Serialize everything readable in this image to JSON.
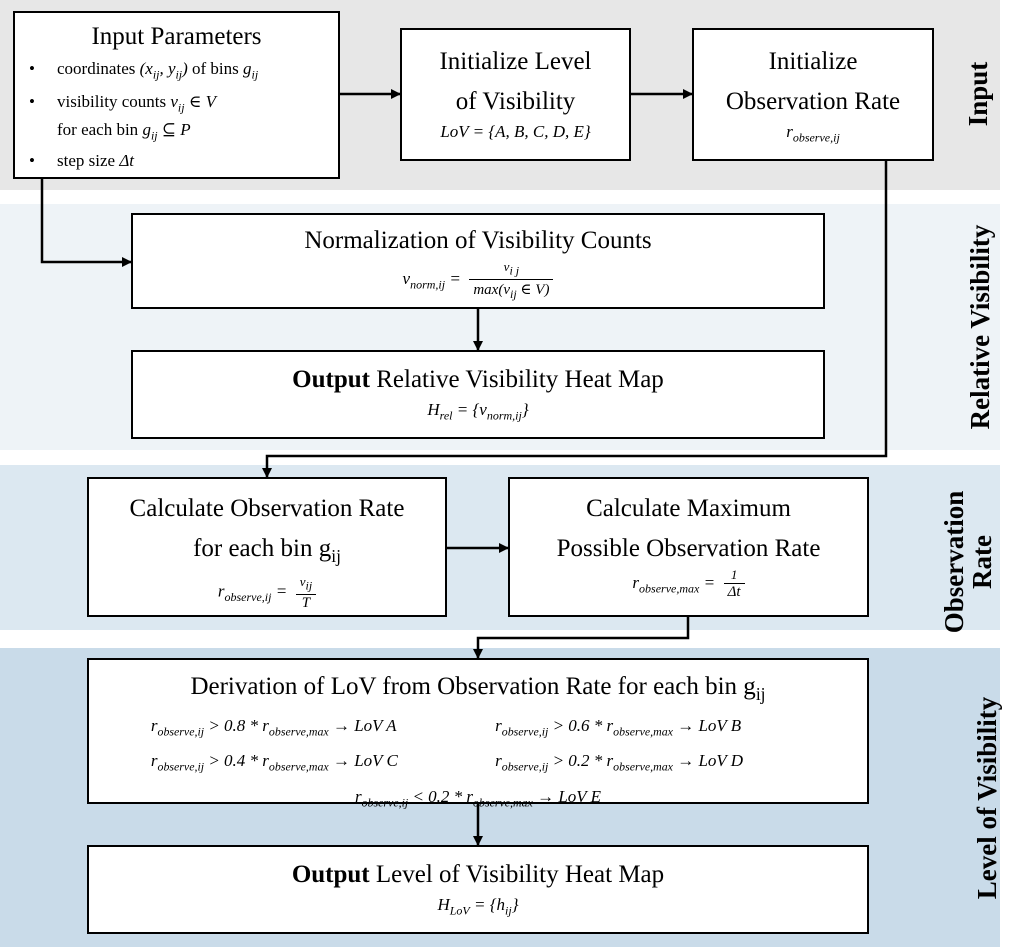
{
  "bands": {
    "input": {
      "label": "Input",
      "color": "#e7e7e7"
    },
    "relative": {
      "label": "Relative Visibility",
      "color": "#eef3f7"
    },
    "observation": {
      "label_line1": "Observation",
      "label_line2": "Rate",
      "color": "#dce8f1"
    },
    "level": {
      "label": "Level of Visibility",
      "color": "#c9dbe9"
    }
  },
  "input_params": {
    "title": "Input Parameters",
    "item1_text": "coordinates",
    "item1_math": "(x",
    "item1_sub1": "ij",
    "item1_mid": ", y",
    "item1_sub2": "ij",
    "item1_end": ")",
    "item1_tail": " of bins ",
    "item1_g": "g",
    "item1_gsub": "ij",
    "item2_text": "visibility counts ",
    "item2_v": "v",
    "item2_vsub": "ij",
    "item2_tail": " ∈ V",
    "item2_cont": "for each bin ",
    "item2_g": "g",
    "item2_gsub": "ij",
    "item2_cont_tail": " ⊆ P",
    "item3_text": "step size ",
    "item3_math": "Δt",
    "bullet": "•"
  },
  "init_lov": {
    "title_line1": "Initialize Level",
    "title_line2": "of Visibility",
    "formula": "LoV = {A, B, C, D, E}"
  },
  "init_rate": {
    "title_line1": "Initialize",
    "title_line2": "Observation Rate",
    "formula_main": "r",
    "formula_sub": "observe,ij"
  },
  "normalization": {
    "title": "Normalization of Visibility Counts",
    "lhs": "v",
    "lhs_sub": "norm,ij",
    "eq": " = ",
    "num": "v",
    "num_sub": "i j",
    "den": "max(v",
    "den_sub": "ij",
    "den_tail": " ∈ V)"
  },
  "rel_output": {
    "bold": "Output",
    "title": " Relative Visibility Heat Map",
    "formula_h": "H",
    "formula_hsub": "rel",
    "formula_eq": " = {v",
    "formula_vsub": "norm,ij",
    "formula_end": "}"
  },
  "calc_rate": {
    "title_line1": "Calculate Observation Rate",
    "title_line2": "for each bin g",
    "title_line2_sub": "ij",
    "lhs": "r",
    "lhs_sub": "observe,ij",
    "eq": " = ",
    "num": "v",
    "num_sub": "ij",
    "den": "T"
  },
  "calc_max": {
    "title_line1": "Calculate Maximum",
    "title_line2": "Possible Observation Rate",
    "lhs": "r",
    "lhs_sub": "observe,max",
    "eq": " = ",
    "num": "1",
    "den": "Δt"
  },
  "derivation": {
    "title": "Derivation of LoV from Observation Rate for each bin g",
    "title_sub": "ij",
    "r": "r",
    "sub_ij": "observe,ij",
    "sub_max": "observe,max",
    "conditions": [
      {
        "op": " > 0.8 * ",
        "result": " → LoV A"
      },
      {
        "op": " > 0.6 * ",
        "result": " → LoV B"
      },
      {
        "op": " > 0.4 * ",
        "result": " → LoV C"
      },
      {
        "op": " > 0.2 * ",
        "result": " → LoV D"
      },
      {
        "op": " < 0.2 * ",
        "result": " → LoV E"
      }
    ]
  },
  "lov_output": {
    "bold": "Output",
    "title": " Level of Visibility Heat Map",
    "formula_h": "H",
    "formula_hsub": "LoV",
    "formula_eq": " = {h",
    "formula_sub2": "ij",
    "formula_end": "}"
  }
}
